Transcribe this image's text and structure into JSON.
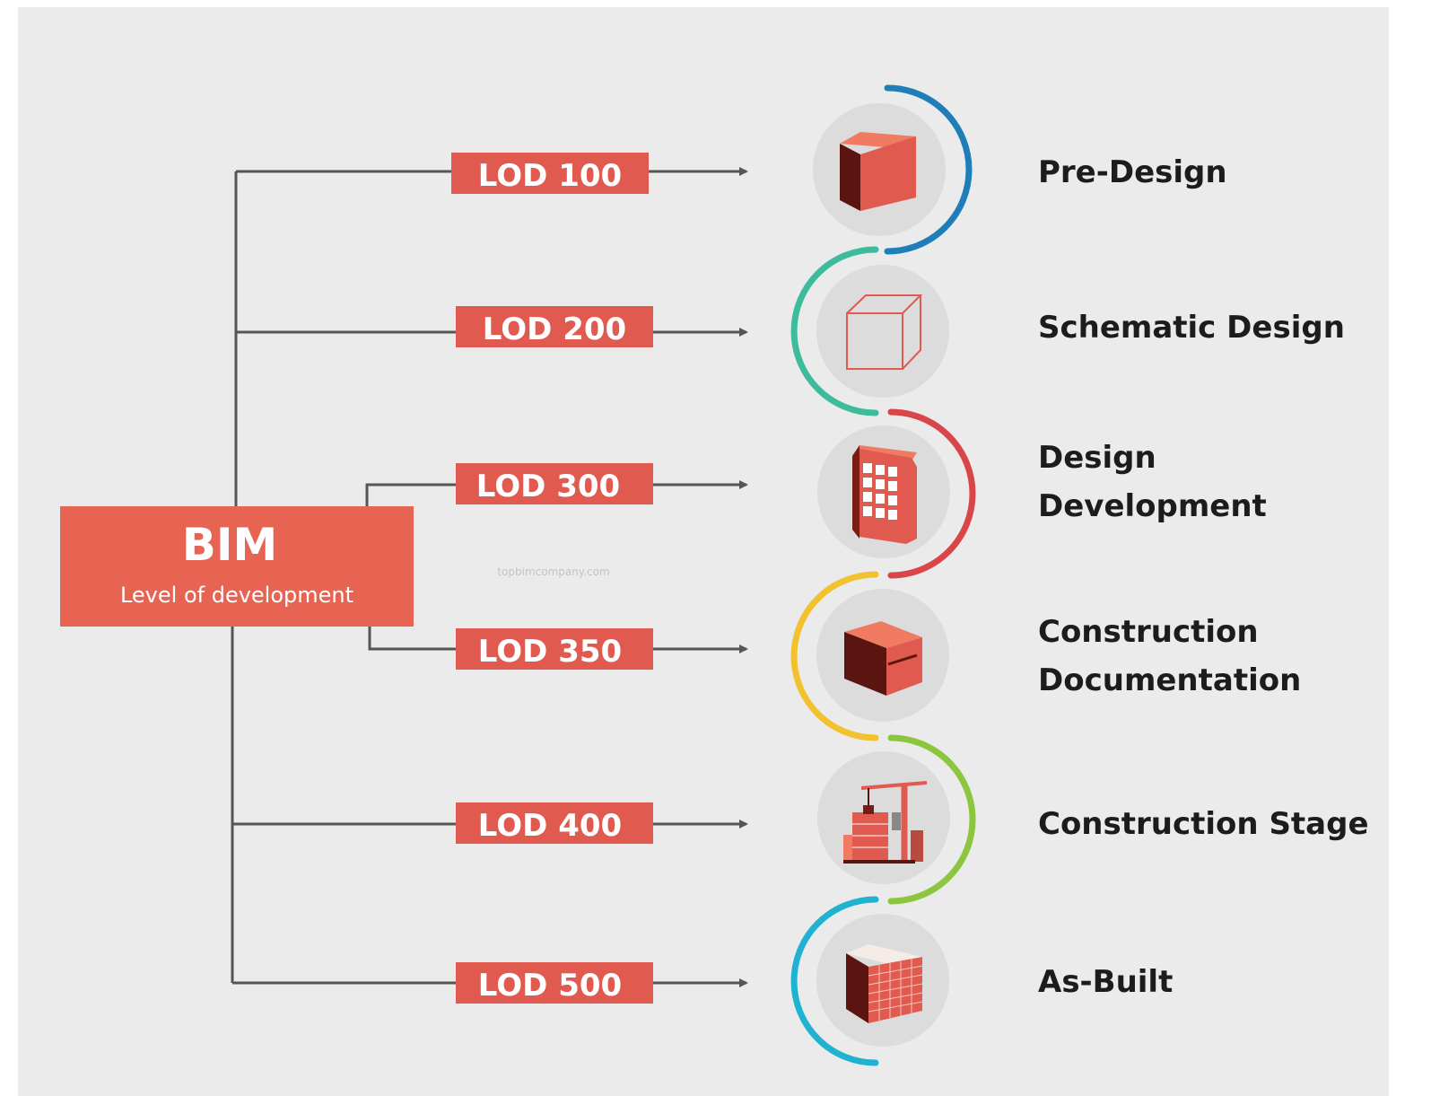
{
  "colors": {
    "background": "#ebebeb",
    "accent": "#e05a4f",
    "bim_box": "#e86452",
    "connector": "#555555",
    "stage_text": "#1c1c1c",
    "icon_circle": "#dcdcdc"
  },
  "root": {
    "title": "BIM",
    "subtitle": "Level of development"
  },
  "watermark": "topbimcompany.com",
  "levels": [
    {
      "lod": "LOD 100",
      "stage": [
        "Pre-Design"
      ],
      "arc_color": "#1f7db8",
      "icon": "solid-cube-icon"
    },
    {
      "lod": "LOD 200",
      "stage": [
        "Schematic Design"
      ],
      "arc_color": "#3dbb9c",
      "icon": "wireframe-cube-icon"
    },
    {
      "lod": "LOD 300",
      "stage": [
        "Design",
        "Development"
      ],
      "arc_color": "#d9464a",
      "icon": "building-windows-icon"
    },
    {
      "lod": "LOD 350",
      "stage": [
        "Construction",
        "Documentation"
      ],
      "arc_color": "#f2c12e",
      "icon": "detailed-block-icon"
    },
    {
      "lod": "LOD 400",
      "stage": [
        "Construction Stage"
      ],
      "arc_color": "#8cc63f",
      "icon": "construction-crane-icon"
    },
    {
      "lod": "LOD 500",
      "stage": [
        "As-Built"
      ],
      "arc_color": "#1fb3d1",
      "icon": "finished-building-icon"
    }
  ]
}
